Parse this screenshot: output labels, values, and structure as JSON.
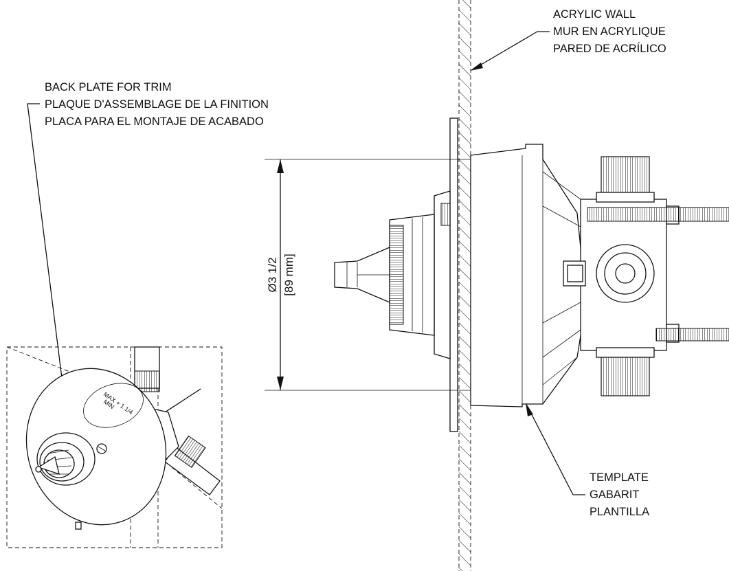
{
  "labels": {
    "acrylic_wall": [
      "ACRYLIC WALL",
      "MUR EN ACRYLIQUE",
      "PARED DE ACRÍLICO"
    ],
    "back_plate": [
      "BACK PLATE FOR TRIM",
      "PLAQUE D'ASSEMBLAGE DE LA FINITION",
      "PLACA PARA EL MONTAJE DE ACABADO"
    ],
    "template": [
      "TEMPLATE",
      "GABARIT",
      "PLANTILLA"
    ]
  },
  "dimension": {
    "imperial": "Ø3 1/2",
    "metric": "[89 mm]"
  },
  "detail": {
    "max_marking": "MAX + 1 1/4",
    "min_marking": "MIN"
  }
}
